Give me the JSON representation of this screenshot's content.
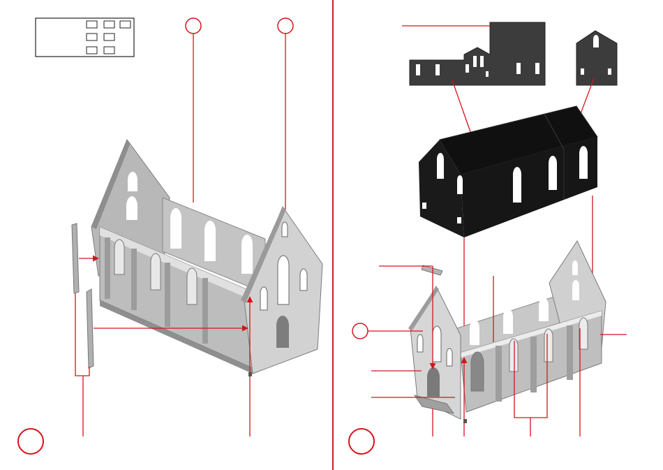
{
  "colors": {
    "leader": "#d4141c",
    "divider": "#c8202a",
    "wall_light": "#cfcfcf",
    "wall_mid": "#b4b4b4",
    "wall_dark": "#8e8e8e",
    "roof": "#141414",
    "gable": "#3a3a3a",
    "window": "#ffffff"
  },
  "left_panel": {
    "step_marker": "circle",
    "parts_legend": "box-grid",
    "callouts": [
      "circle",
      "circle"
    ]
  },
  "right_panel": {
    "step_marker": "circle",
    "callouts": [
      "circle"
    ]
  }
}
